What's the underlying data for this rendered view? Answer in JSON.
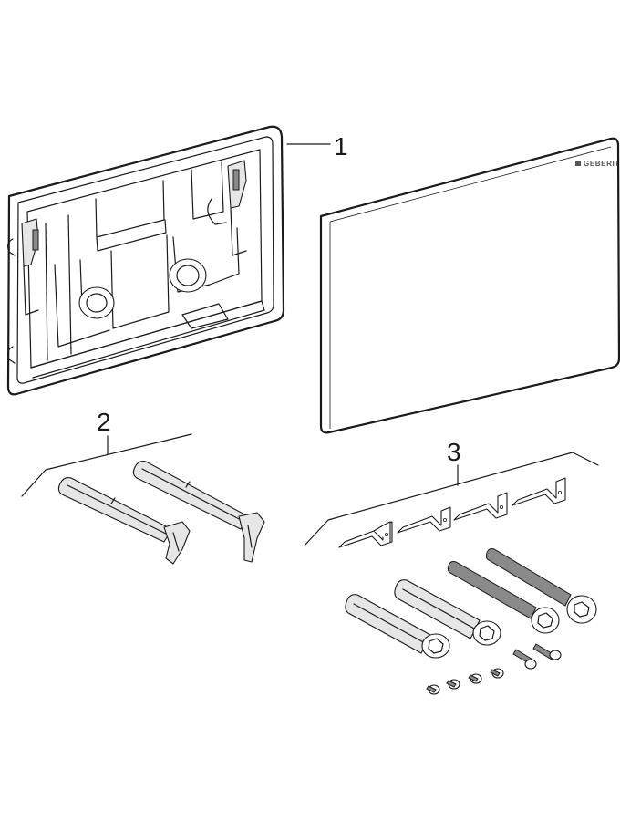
{
  "callouts": [
    {
      "id": "1",
      "text": "1"
    },
    {
      "id": "2",
      "text": "2"
    },
    {
      "id": "3",
      "text": "3"
    }
  ],
  "brand": {
    "text": "GEBERIT"
  }
}
